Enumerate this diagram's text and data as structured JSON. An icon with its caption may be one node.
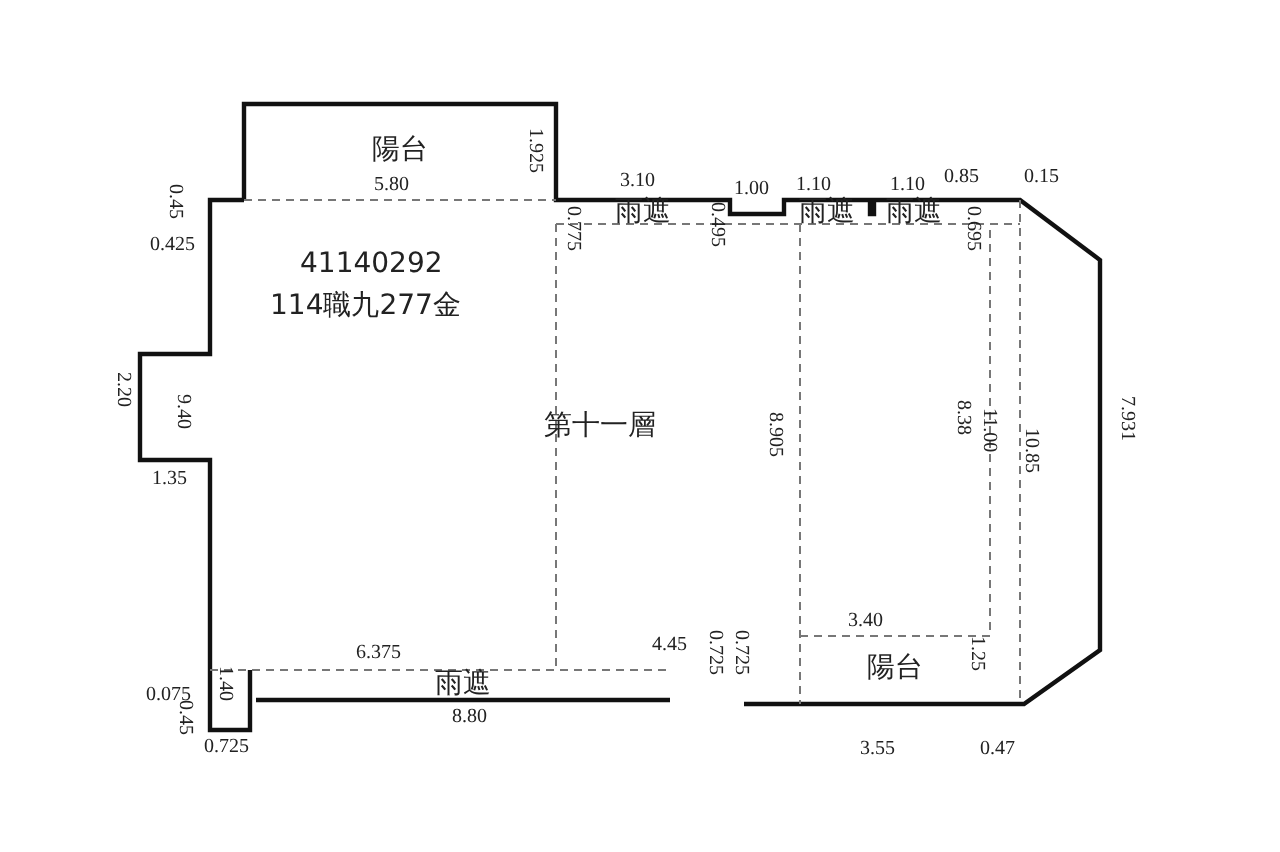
{
  "diagram": {
    "nodes": [
      {
        "text": [
          "陽台"
        ]
      },
      {
        "text": [
          "第十一層"
        ]
      },
      {
        "text": [
          "雨遮"
        ]
      },
      {
        "text": [
          "雨遮"
        ]
      },
      {
        "text": [
          "雨遮"
        ]
      },
      {
        "text": [
          "雨遮"
        ]
      },
      {
        "text": [
          "陽台"
        ]
      }
    ],
    "labels": [
      "41140292",
      "114職九277金",
      "1.925",
      "5.80",
      "3.10",
      "0.775",
      "1.00",
      "0.495",
      "1.10",
      "1.10",
      "0.85",
      "0.15",
      "0.695",
      "0.45",
      "0.425",
      "2.20",
      "9.40",
      "1.35",
      "8.905",
      "8.38",
      "11.00",
      "10.85",
      "7.931",
      "6.375",
      "4.45",
      "0.725",
      "0.725",
      "3.40",
      "1.25",
      "0.075",
      "1.40",
      "0.45",
      "0.725",
      "8.80",
      "3.55",
      "0.47"
    ]
  }
}
